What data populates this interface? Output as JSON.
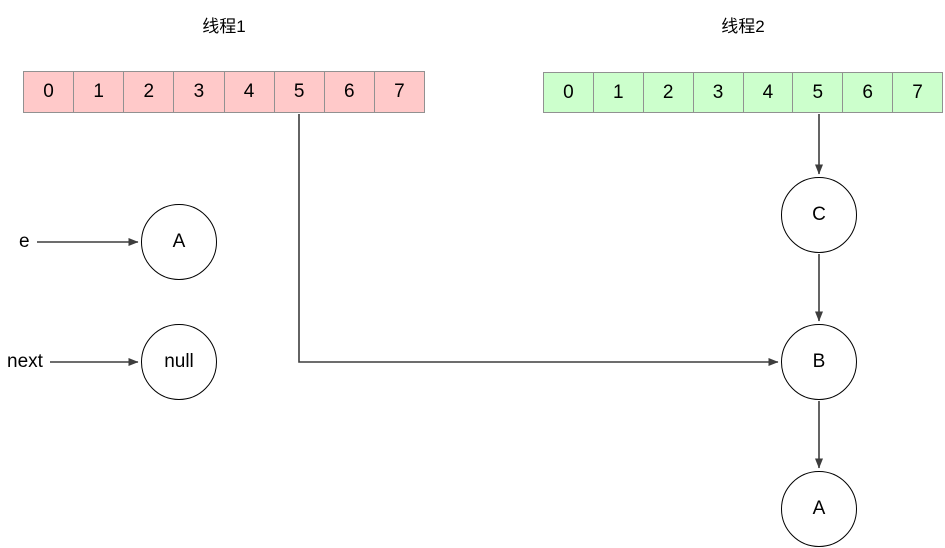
{
  "diagram": {
    "thread1": {
      "title": "线程1",
      "cells": [
        "0",
        "1",
        "2",
        "3",
        "4",
        "5",
        "6",
        "7"
      ]
    },
    "thread2": {
      "title": "线程2",
      "cells": [
        "0",
        "1",
        "2",
        "3",
        "4",
        "5",
        "6",
        "7"
      ]
    },
    "pointers": {
      "e": "e",
      "next": "next"
    },
    "nodes": {
      "thread1_e_target": "A",
      "thread1_next_target": "null",
      "thread2_c": "C",
      "thread2_b": "B",
      "thread2_a": "A"
    },
    "colors": {
      "thread1_fill": "#ffc9c9",
      "thread2_fill": "#ccffcc",
      "array_border": "#919191",
      "line": "#3d3d3d",
      "node_border": "#000000",
      "text": "#000000",
      "background": "#ffffff"
    }
  }
}
